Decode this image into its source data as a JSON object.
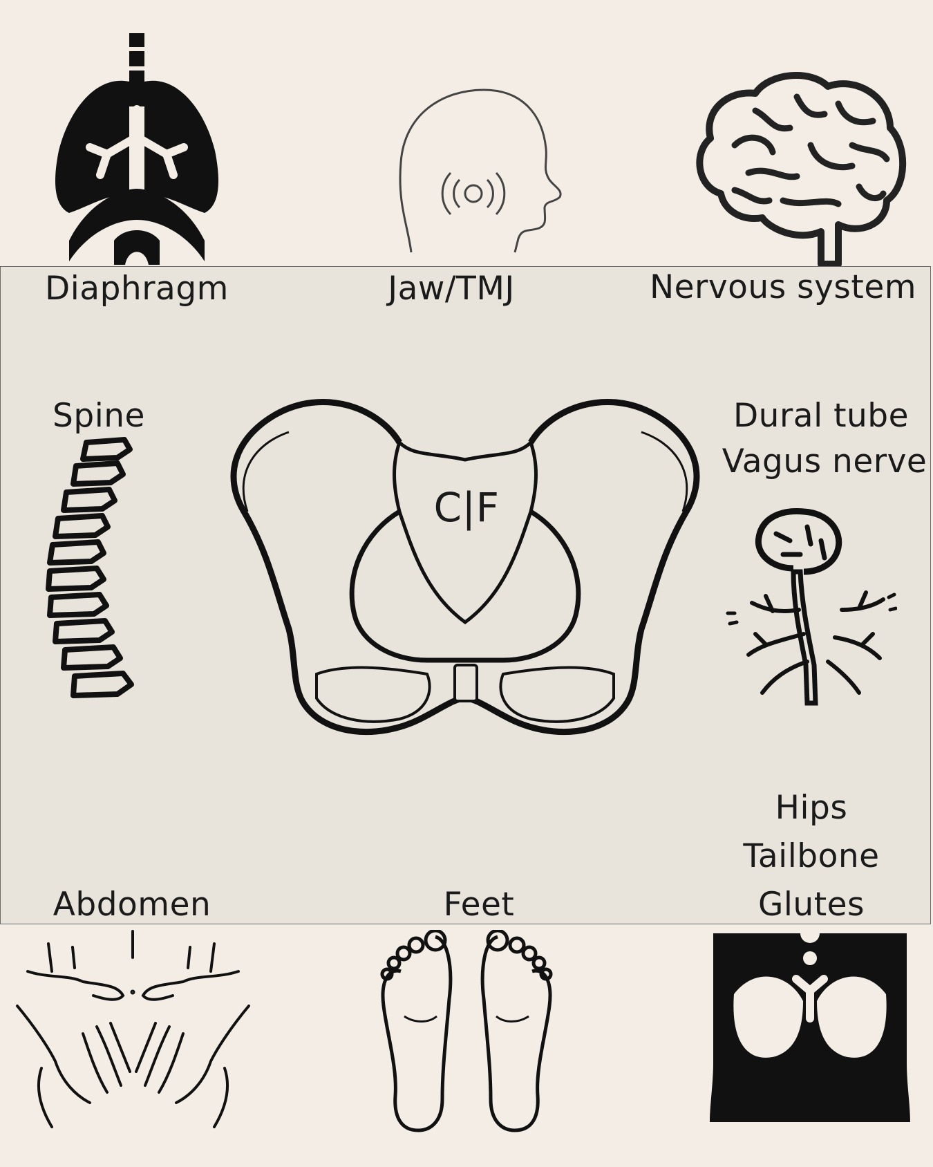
{
  "labels": {
    "diaphragm": "Diaphragm",
    "jaw": "Jaw/TMJ",
    "nervous": "Nervous system",
    "spine": "Spine",
    "dural": "Dural tube",
    "vagus": "Vagus nerve",
    "hips": "Hips",
    "tailbone": "Tailbone",
    "glutes": "Glutes",
    "abdomen": "Abdomen",
    "feet": "Feet"
  },
  "logo": "C|F",
  "colors": {
    "background": "#f3ede5",
    "panel": "#e9e4db",
    "ink": "#111111"
  },
  "icons": [
    "lungs-icon",
    "head-jaw-icon",
    "brain-icon",
    "spine-icon",
    "pelvis-icon",
    "vagus-nerve-icon",
    "hands-abdomen-icon",
    "feet-icon",
    "glutes-icon"
  ]
}
